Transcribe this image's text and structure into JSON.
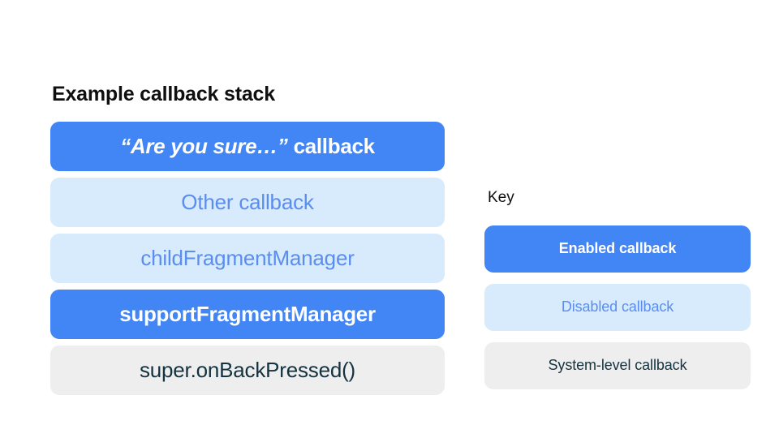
{
  "slide": {
    "background_color": "#ffffff"
  },
  "stack": {
    "title": "Example callback stack",
    "items": [
      {
        "label": "“Are you sure…” callback",
        "quoted_part": "“Are you sure…”",
        "plain_part": " callback",
        "type": "enabled"
      },
      {
        "label": "Other callback",
        "type": "disabled"
      },
      {
        "label": "childFragmentManager",
        "type": "disabled"
      },
      {
        "label": "supportFragmentManager",
        "type": "enabled"
      },
      {
        "label": "super.onBackPressed()",
        "type": "system"
      }
    ]
  },
  "key": {
    "title": "Key",
    "items": [
      {
        "label": "Enabled callback",
        "type": "enabled"
      },
      {
        "label": "Disabled callback",
        "type": "disabled"
      },
      {
        "label": "System-level callback",
        "type": "system"
      }
    ]
  },
  "colors": {
    "enabled_bg": "#4285f4",
    "enabled_text": "#ffffff",
    "disabled_bg": "#d7ebfd",
    "disabled_text": "#5b8def",
    "system_bg": "#eeeeee",
    "system_text": "#14323f",
    "heading_text": "#0f0f0f"
  }
}
